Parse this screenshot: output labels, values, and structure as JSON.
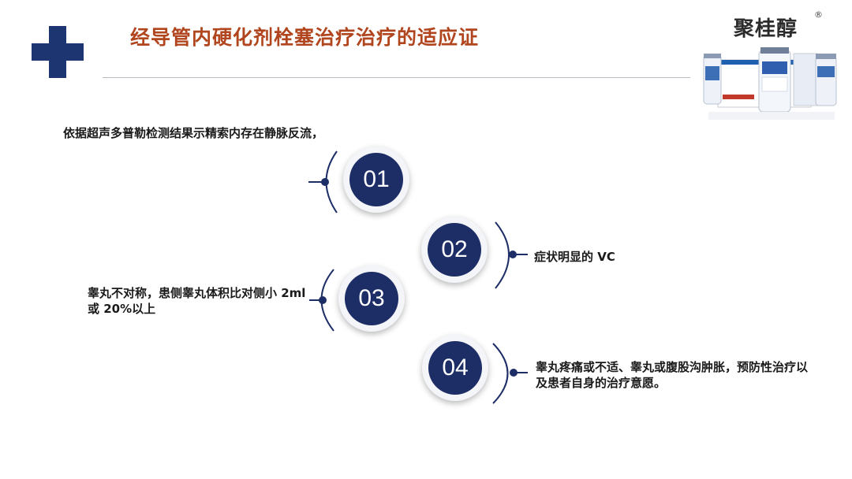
{
  "header": {
    "title": "经导管内硬化剂栓塞治疗治疗的适应证",
    "brand": "聚桂醇",
    "registered_mark": "®"
  },
  "intro": "依据超声多普勒检测结果示精索内存在静脉反流，",
  "steps": [
    {
      "number": "01",
      "text": ""
    },
    {
      "number": "02",
      "text": "症状明显的 VC"
    },
    {
      "number": "03",
      "text_line1": "睾丸不对称，患侧睾丸体积比对侧小 2ml",
      "text_line2": "或 20%以上"
    },
    {
      "number": "04",
      "text": "睾丸疼痛或不适、睾丸或腹股沟肿胀，预防性治疗以及患者自身的治疗意愿。"
    }
  ],
  "colors": {
    "title": "#b0451e",
    "accent_navy": "#1d2e67",
    "cross": "#1d3570"
  },
  "icons": [
    "medical-cross-icon",
    "product-bottles-image"
  ]
}
